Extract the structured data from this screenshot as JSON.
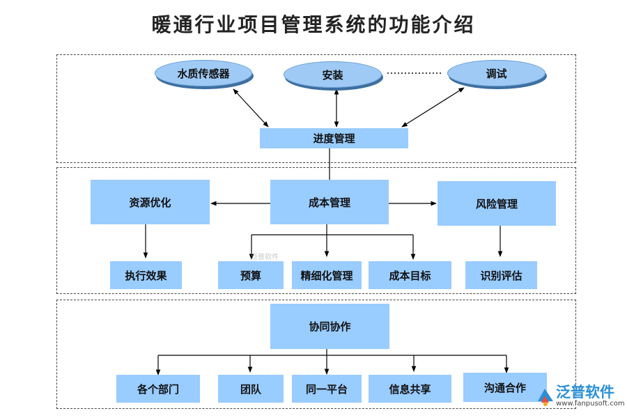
{
  "title": "暖通行业项目管理系统的功能介绍",
  "nodes": {
    "water_sensor": "水质传感器",
    "install": "安装",
    "debug": "调试",
    "progress": "进度管理",
    "resource": "资源优化",
    "cost": "成本管理",
    "risk": "风险管理",
    "effect": "执行效果",
    "budget": "预算",
    "refined": "精细化管理",
    "cost_target": "成本目标",
    "identify": "识别评估",
    "collab": "协同协作",
    "departments": "各个部门",
    "team": "团队",
    "platform": "同一平台",
    "info_share": "信息共享",
    "communicate": "沟通合作"
  },
  "watermark": {
    "small": "泛普软件",
    "logo": "泛普软件",
    "url": "www.fanpusoft.com"
  },
  "colors": {
    "box": "#99ccff",
    "ellipse": "#9fcaf6",
    "logo": "#2a8fd6"
  }
}
